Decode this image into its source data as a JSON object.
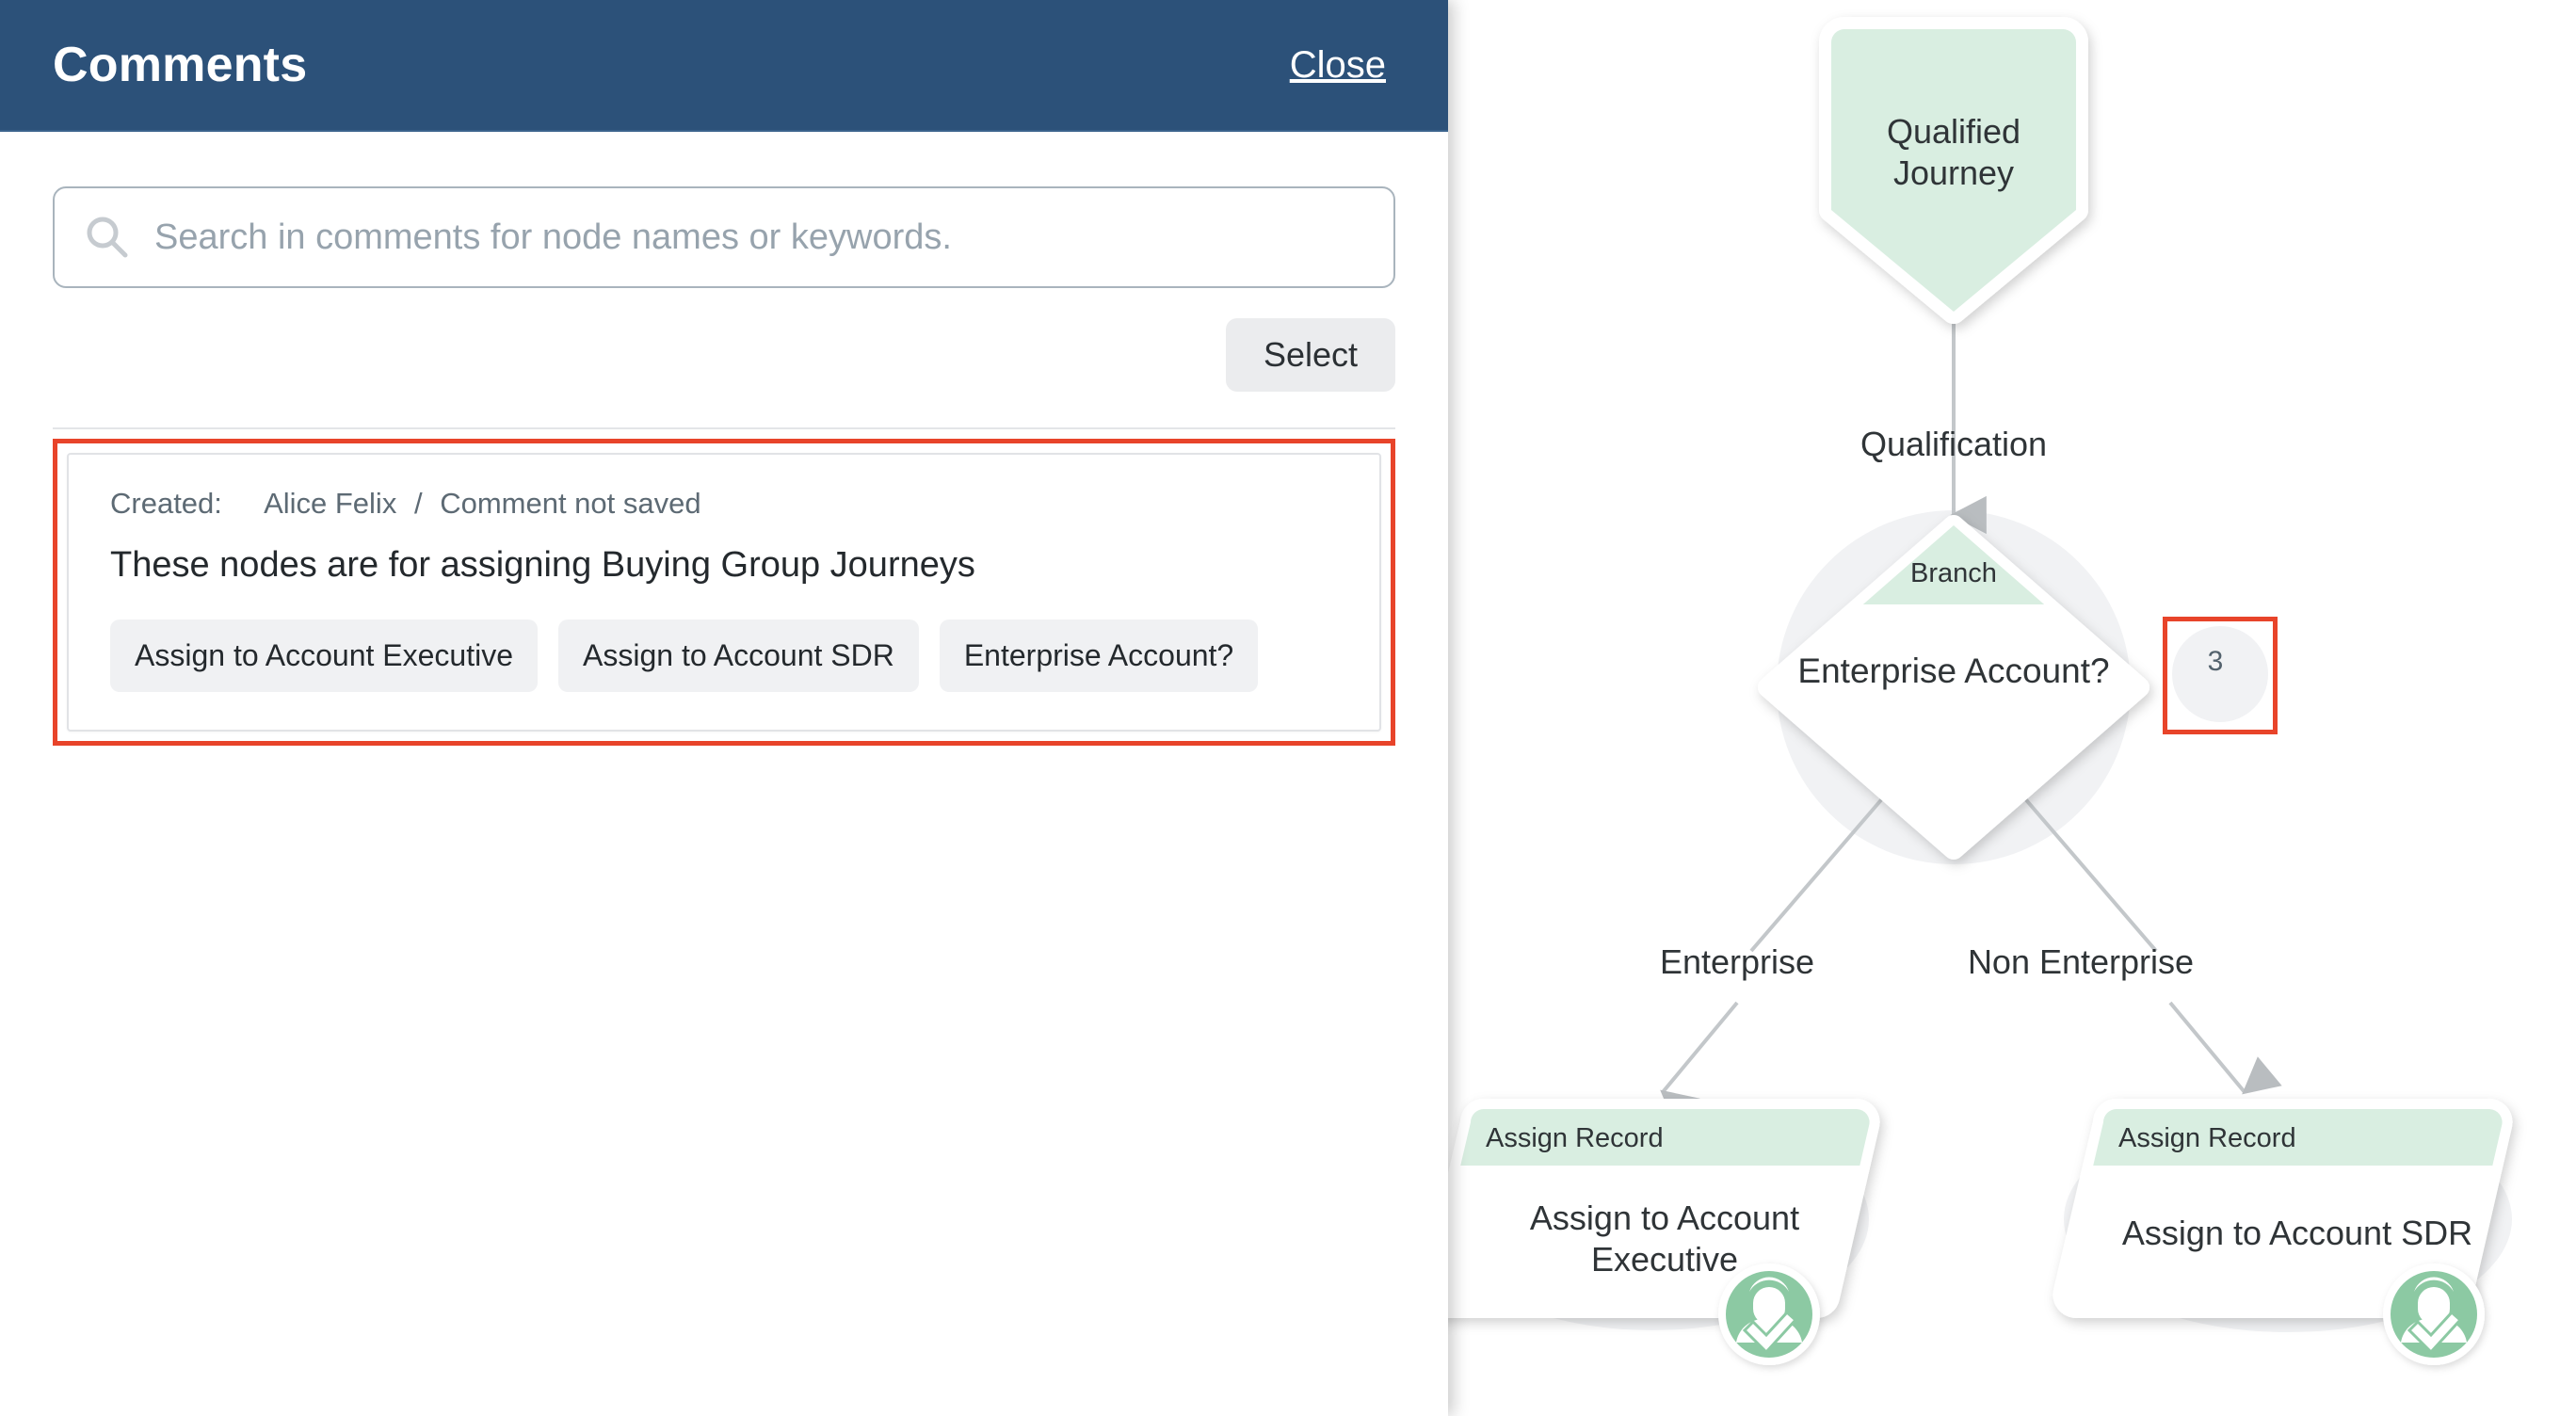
{
  "panel": {
    "title": "Comments",
    "close_label": "Close",
    "search": {
      "placeholder": "Search in comments for node names or keywords.",
      "value": "",
      "icon": "search-icon"
    },
    "select_label": "Select",
    "comments": [
      {
        "created_label": "Created:",
        "author": "Alice Felix",
        "separator": "/",
        "status": "Comment not saved",
        "body": "These nodes are for assigning Buying Group Journeys",
        "selected": true,
        "node_chips": [
          "Assign to Account Executive",
          "Assign to Account SDR",
          "Enterprise Account?"
        ]
      }
    ]
  },
  "canvas": {
    "comment_badge": {
      "count": "3",
      "icon": "comment-bubble-icon",
      "highlighted": true
    },
    "nodes": [
      {
        "id": "qualified-journey",
        "label": "Qualified Journey",
        "shape": "pentagon",
        "fill": "#d9eee1"
      },
      {
        "id": "branch-enterprise-account",
        "header": "Branch",
        "label": "Enterprise Account?",
        "shape": "diamond",
        "fill": "#ffffff",
        "header_fill": "#d9eee1"
      },
      {
        "id": "assign-account-executive",
        "header": "Assign Record",
        "label": "Assign to Account Executive",
        "shape": "parallelogram",
        "fill": "#ffffff",
        "header_fill": "#d9eee1",
        "icon": "assign-person-check-icon"
      },
      {
        "id": "assign-account-sdr",
        "header": "Assign Record",
        "label": "Assign to Account SDR",
        "shape": "parallelogram",
        "fill": "#ffffff",
        "header_fill": "#d9eee1",
        "icon": "assign-person-check-icon"
      }
    ],
    "edge_labels": [
      "Qualification",
      "Enterprise",
      "Non Enterprise"
    ]
  },
  "colors": {
    "header_blue": "#2c5179",
    "highlight_red": "#e8442a",
    "node_green": "#d9eee1",
    "icon_green": "#8cc9a3",
    "chip_gray": "#f0f1f3"
  }
}
